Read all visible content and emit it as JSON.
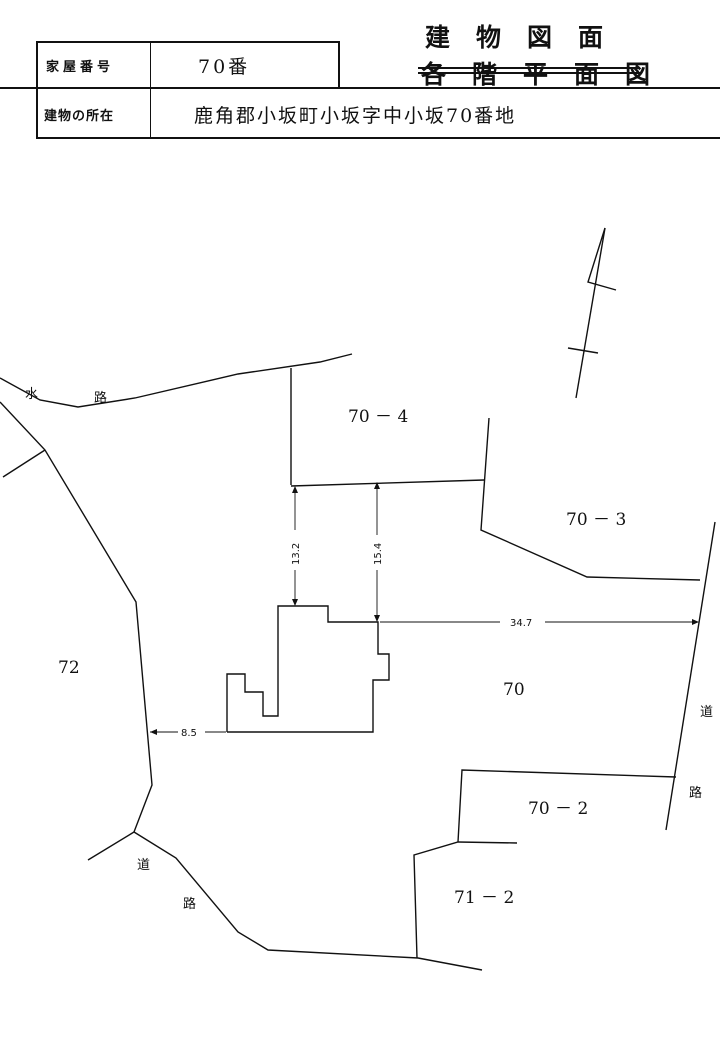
{
  "header": {
    "house_number_label": "家屋番号",
    "house_number_value": "70番",
    "location_label": "建物の所在",
    "location_value": "鹿角郡小坂町小坂字中小坂70番地",
    "title": "建物図面",
    "subtitle_struck": "各階平面図"
  },
  "plan": {
    "lots": {
      "lot_70_4": "70 － 4",
      "lot_70_3": "70 － 3",
      "lot_72": "72",
      "lot_70": "70",
      "lot_70_2": "70 － 2",
      "lot_71_2": "71 － 2"
    },
    "dimensions": {
      "d_13_2": "13.2",
      "d_15_4": "15.4",
      "d_34_7": "34.7",
      "d_8_5": "8.5"
    },
    "labels": {
      "waterway_1": "水",
      "waterway_2": "路",
      "road_right_1": "道",
      "road_right_2": "路",
      "road_bottom_1": "道",
      "road_bottom_2": "路"
    }
  }
}
